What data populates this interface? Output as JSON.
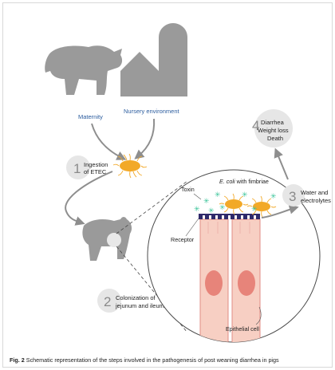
{
  "labels": {
    "maternity": "Maternity",
    "nursery": "Nursery environment",
    "step1_num": "1",
    "step1_l1": "Ingestion",
    "step1_l2": "of ETEC",
    "step2_num": "2",
    "step2_l1": "Colonization of",
    "step2_l2": "jejunum and ileum",
    "step3_num": "3",
    "step3_l1": "Water and",
    "step3_l2": "electrolytes",
    "step4_num": "4",
    "step4_l1": "Diarrhea",
    "step4_l2": "Weight loss",
    "step4_l3": "Death",
    "ecoli_italic": "E. coli",
    "ecoli_rest": " with fimbriae",
    "toxin": "Toxin",
    "receptor": "Receptor",
    "epithelial": "Epithelial cell"
  },
  "caption": {
    "label": "Fig. 2",
    "text": " Schematic representation of the steps involved in the pathogenesis of post weaning diarrhea in pigs"
  },
  "colors": {
    "silhouette": "#9a9a9a",
    "circle_bg": "#e6e6e6",
    "blue_label": "#2b5c9e",
    "bacteria": "#f2a928",
    "toxin": "#3bc49a",
    "cell_fill": "#f7cfc3",
    "cell_edge": "#e28d86",
    "nucleus": "#e7847a",
    "membrane": "#2f2a6b"
  }
}
